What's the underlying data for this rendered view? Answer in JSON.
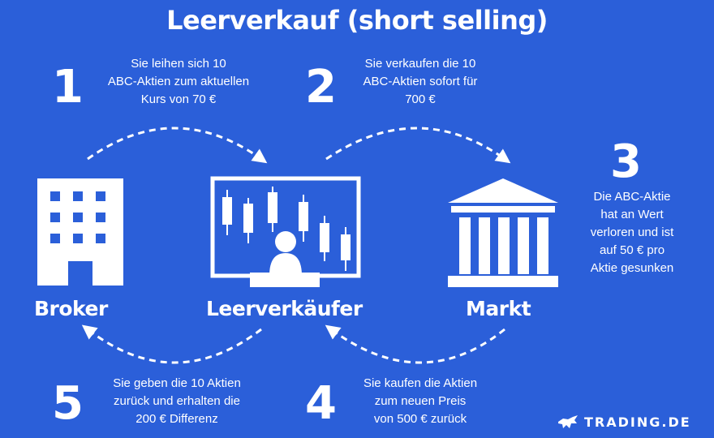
{
  "title": "Leerverkauf (short selling)",
  "steps": [
    {
      "number": "1",
      "lines": [
        "Sie leihen sich 10",
        "ABC-Aktien zum aktuellen",
        "Kurs von 70 €"
      ]
    },
    {
      "number": "2",
      "lines": [
        "Sie verkaufen die 10",
        "ABC-Aktien sofort für",
        "700 €"
      ]
    },
    {
      "number": "3",
      "lines": [
        "Die ABC-Aktie",
        "hat an Wert",
        "verloren und ist",
        "auf 50 € pro",
        "Aktie gesunken"
      ]
    },
    {
      "number": "4",
      "lines": [
        "Sie kaufen die Aktien",
        "zum neuen Preis",
        "von 500 € zurück"
      ]
    },
    {
      "number": "5",
      "lines": [
        "Sie geben die 10 Aktien",
        "zurück und erhalten die",
        "200 € Differenz"
      ]
    }
  ],
  "nodes": {
    "broker": "Broker",
    "short_seller": "Leerverkäufer",
    "market": "Markt"
  },
  "icons": {
    "broker": "office-building-icon",
    "short_seller": "trader-screen-icon",
    "market": "bank-building-icon",
    "logo": "bull-icon"
  },
  "brand": "TRADING.DE",
  "colors": {
    "background": "#2b5fd9",
    "foreground": "#ffffff"
  }
}
